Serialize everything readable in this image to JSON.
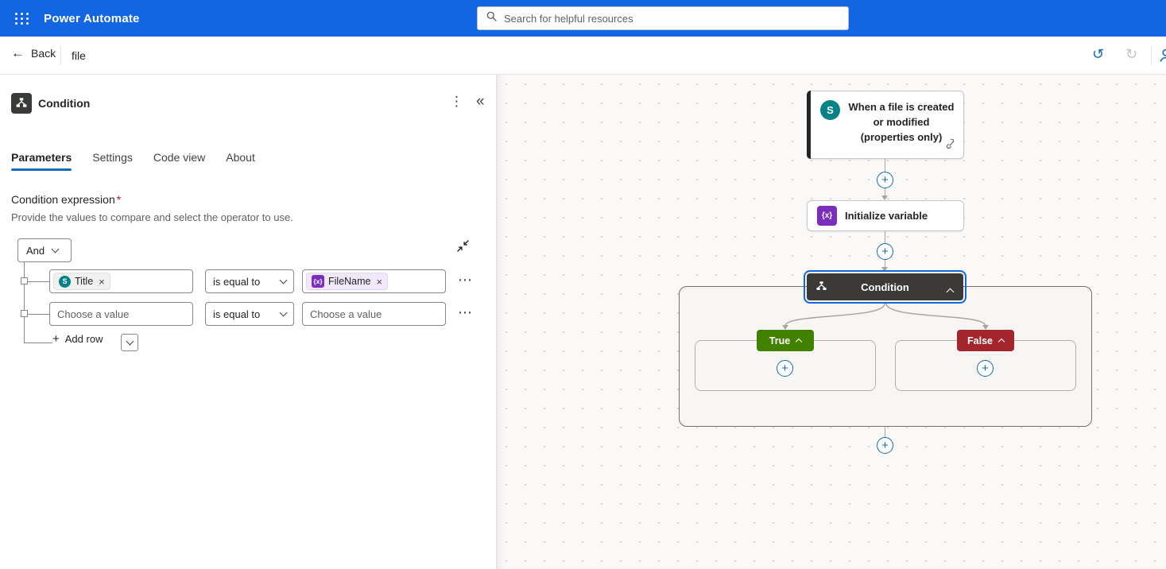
{
  "glyphs": {
    "back_arrow": "←",
    "undo": "↺",
    "redo": "↻",
    "more_vertical": "⋮",
    "collapse_panel": "«",
    "ellipsis": "⋯",
    "plus": "+",
    "close": "×",
    "fx": "{x}",
    "sharepoint_letter": "S"
  },
  "colors": {
    "suite_bar_blue": "#1266E4",
    "accent_blue": "#0F6CBD",
    "selection_blue": "#1267E0",
    "condition_header_dark": "#3B3A39",
    "true_green": "#428000",
    "false_red": "#A4262C",
    "sharepoint_teal": "#038387",
    "variable_purple": "#7B2DBD"
  },
  "suite_bar": {
    "app_name": "Power Automate",
    "search": {
      "placeholder": "Search for helpful resources"
    }
  },
  "command_bar": {
    "back_label": "Back",
    "flow_name": "file"
  },
  "panel": {
    "title": "Condition",
    "tabs": {
      "parameters": "Parameters",
      "settings": "Settings",
      "code_view": "Code view",
      "about": "About"
    },
    "expression": {
      "label": "Condition expression",
      "required": "*",
      "helper": "Provide the values to compare and select the operator to use.",
      "group_operator": "And",
      "row1": {
        "left_value": "Title",
        "operator": "is equal to",
        "right_value": "FileName"
      },
      "row2": {
        "left_placeholder": "Choose a value",
        "operator": "is equal to",
        "right_placeholder": "Choose a value"
      },
      "add_row_label": "Add row"
    }
  },
  "canvas": {
    "trigger": {
      "title": "When a file is created or modified (properties only)"
    },
    "action": {
      "title": "Initialize variable"
    },
    "condition": {
      "title": "Condition",
      "true_label": "True",
      "false_label": "False"
    }
  }
}
